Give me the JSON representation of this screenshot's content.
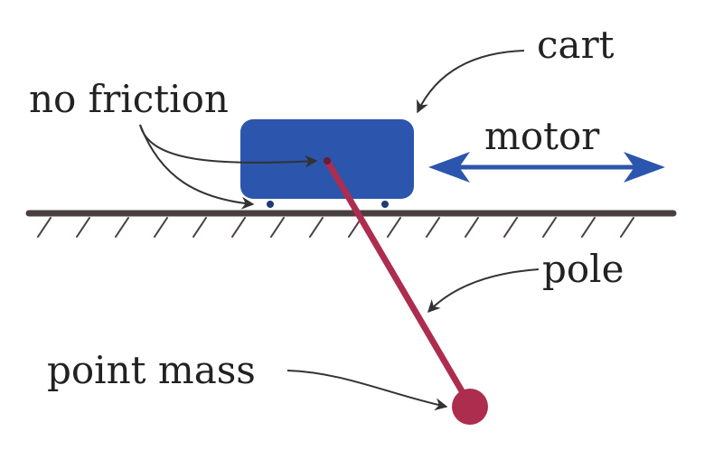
{
  "labels": {
    "cart": "cart",
    "no_friction": "no friction",
    "motor": "motor",
    "pole": "pole",
    "point_mass": "point mass"
  },
  "colors": {
    "cart": "#2c55ad",
    "pole": "#ad2d4f",
    "ground": "#4a3f3f",
    "arrow": "#333333",
    "motor_arrow": "#2c55ad",
    "text": "#222222",
    "wheel": "#1f3a78"
  }
}
